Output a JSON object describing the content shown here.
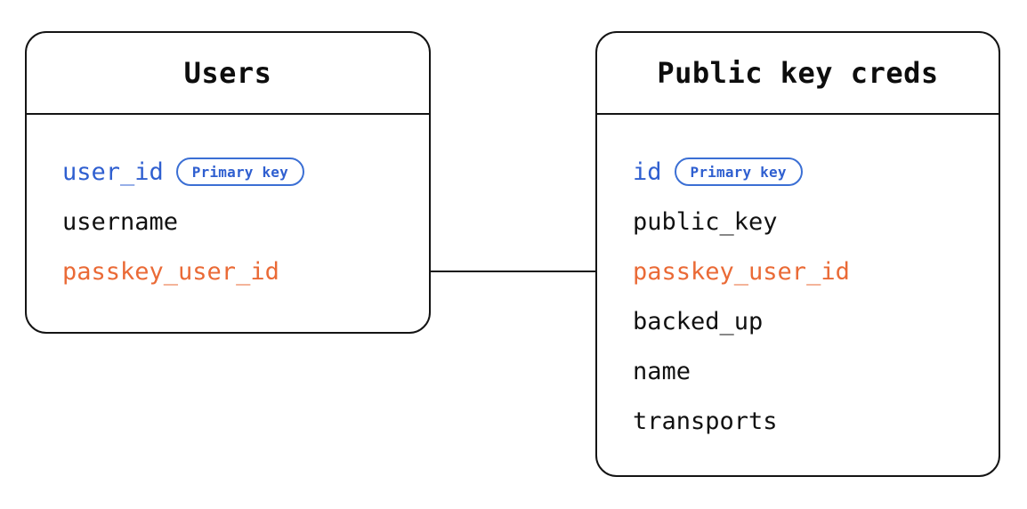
{
  "diagram": {
    "type": "entity-relationship-diagram",
    "background": "#ffffff",
    "colors": {
      "primary_key": "#2f5fd0",
      "foreign_key": "#ea6a36",
      "text": "#111111",
      "border": "#141414",
      "badge_border": "#3b6fd4"
    },
    "entities": [
      {
        "id": "users",
        "title": "Users",
        "fields": [
          {
            "name": "user_id",
            "role": "key",
            "badge": "Primary key"
          },
          {
            "name": "username",
            "role": "plain",
            "badge": null
          },
          {
            "name": "passkey_user_id",
            "role": "foreign",
            "badge": null
          }
        ]
      },
      {
        "id": "public_key_creds",
        "title": "Public key creds",
        "fields": [
          {
            "name": "id",
            "role": "key",
            "badge": "Primary key"
          },
          {
            "name": "public_key",
            "role": "plain",
            "badge": null
          },
          {
            "name": "passkey_user_id",
            "role": "foreign",
            "badge": null
          },
          {
            "name": "backed_up",
            "role": "plain",
            "badge": null
          },
          {
            "name": "name",
            "role": "plain",
            "badge": null
          },
          {
            "name": "transports",
            "role": "plain",
            "badge": null
          }
        ]
      }
    ],
    "relationships": [
      {
        "from_entity": "users",
        "from_field": "passkey_user_id",
        "to_entity": "public_key_creds",
        "to_field": "passkey_user_id",
        "style": "straight-line"
      }
    ]
  }
}
